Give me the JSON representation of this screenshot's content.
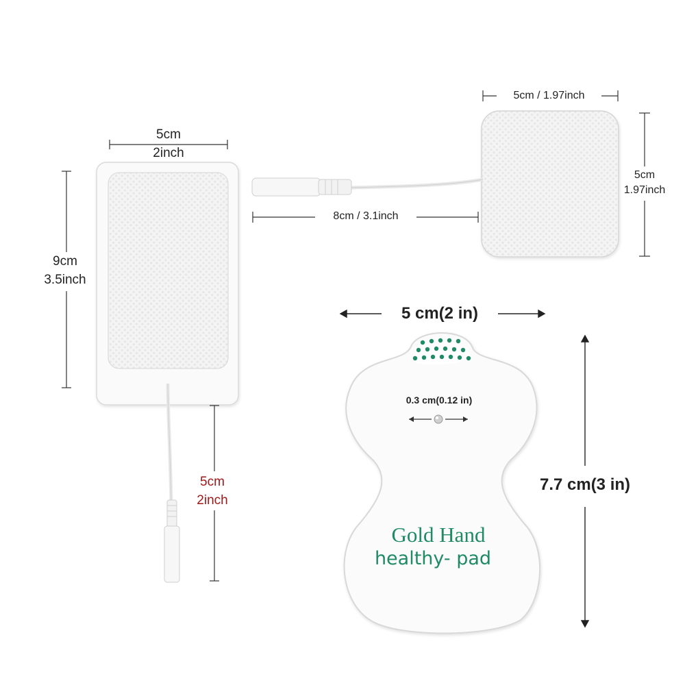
{
  "rect_pad": {
    "width_cm": "5cm",
    "width_in": "2inch",
    "height_cm": "9cm",
    "height_in": "3.5inch",
    "lead_cm": "5cm",
    "lead_in": "2inch"
  },
  "square_pad": {
    "width": "5cm / 1.97inch",
    "height_cm": "5cm",
    "height_in": "1.97inch",
    "cable": "8cm / 3.1inch"
  },
  "butterfly_pad": {
    "width": "5 cm(2 in)",
    "height": "7.7 cm(3 in)",
    "snap": "0.3 cm(0.12 in)",
    "brand_line1": "Gold Hand",
    "brand_line2": "healthy- pad"
  },
  "colors": {
    "pad_white": "#f7f7f7",
    "border": "#d9d9d9",
    "green_dots": "#1f8a64",
    "brand_text": "#1f8a64",
    "lead_red": "#a01818",
    "dim_line": "#333333"
  }
}
